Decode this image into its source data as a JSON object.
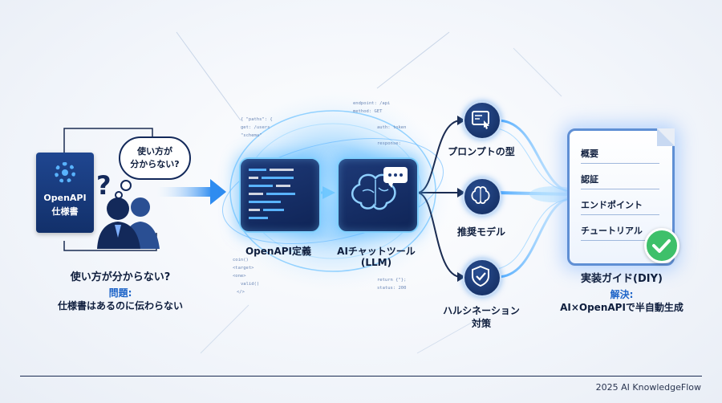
{
  "left": {
    "doc_title_line1": "OpenAPI",
    "doc_title_line2": "仕様書",
    "question_mark": "?",
    "thought_bubble_line1": "使い方が",
    "thought_bubble_line2": "分からない?",
    "caption": "使い方が分からない?",
    "problem_label": "問題:",
    "problem_text": "仕様書はあるのに伝わらない"
  },
  "middle": {
    "openapi_label": "OpenAPI定義",
    "chat_label_line1": "AIチャットツール",
    "chat_label_line2": "(LLM)"
  },
  "branches": [
    {
      "label_lines": [
        "プロンプトの型"
      ],
      "icon": "prompt-icon"
    },
    {
      "label_lines": [
        "推奨モデル"
      ],
      "icon": "brain-icon"
    },
    {
      "label_lines": [
        "ハルシネーション",
        "対策"
      ],
      "icon": "shield-check-icon"
    }
  ],
  "right": {
    "doc_items": [
      "概要",
      "認証",
      "エンドポイント",
      "チュートリアル"
    ],
    "caption": "実装ガイド(DIY)",
    "solution_label": "解決:",
    "solution_text": "AI×OpenAPIで半自動生成"
  },
  "footer": {
    "credit": "2025 AI KnowledgeFlow"
  },
  "colors": {
    "navy": "#0f1e3d",
    "glow": "#3aa0ff",
    "check": "#3ec06a"
  }
}
